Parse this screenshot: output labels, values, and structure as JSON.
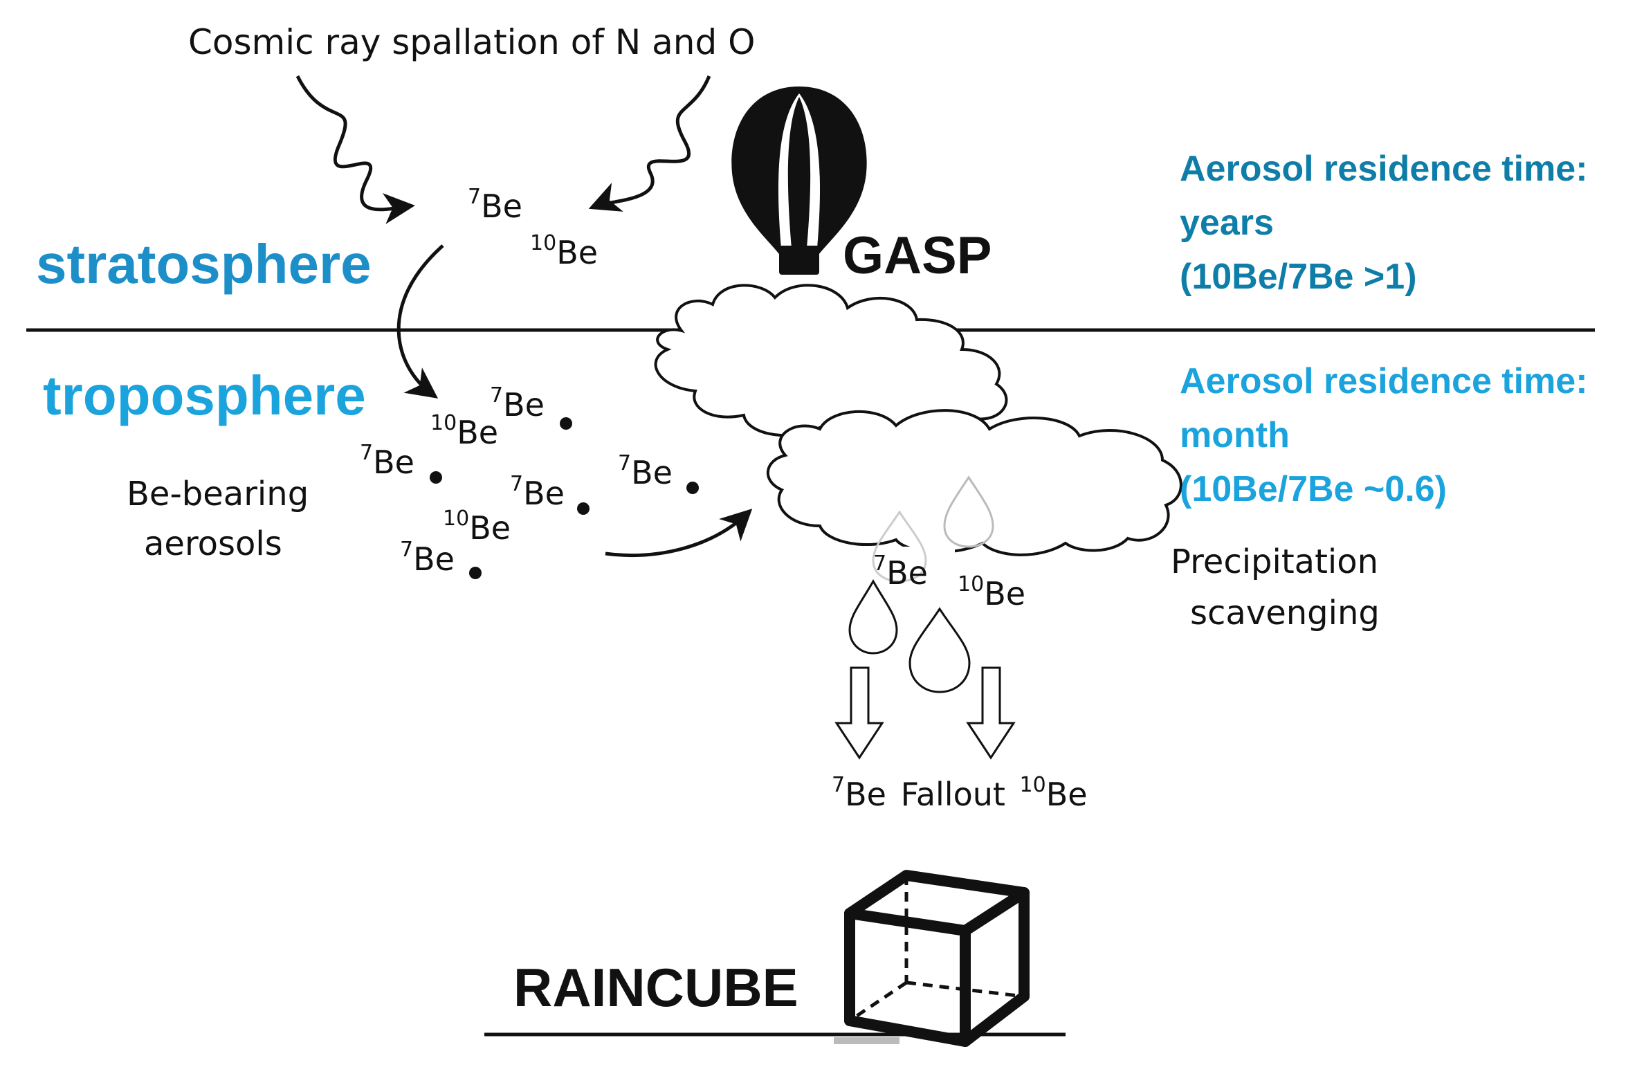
{
  "title": "Cosmic ray spallation of N and O",
  "layers": {
    "stratosphere": "stratosphere",
    "troposphere": "troposphere"
  },
  "isotopes": {
    "be7_mass": "7",
    "be10_mass": "10",
    "element": "Be"
  },
  "residence": {
    "stratosphere": {
      "line1": "Aerosol residence time:",
      "line2": "years",
      "line3": "(10Be/7Be >1)",
      "color": "#0e7ea8"
    },
    "troposphere": {
      "line1": "Aerosol residence time:",
      "line2": "month",
      "line3": "(10Be/7Be ~0.6)",
      "color": "#1aa3dc"
    }
  },
  "labels": {
    "be_bearing_1": "Be-bearing",
    "be_bearing_2": "aerosols",
    "precip_1": "Precipitation",
    "precip_2": "scavenging",
    "fallout": "Fallout",
    "gasp": "GASP",
    "raincube": "RAINCUBE"
  },
  "icons": [
    "balloon-icon",
    "cloud-icon",
    "raindrop-icon",
    "cube-icon",
    "down-arrow-icon",
    "wavy-ray-arrow"
  ]
}
